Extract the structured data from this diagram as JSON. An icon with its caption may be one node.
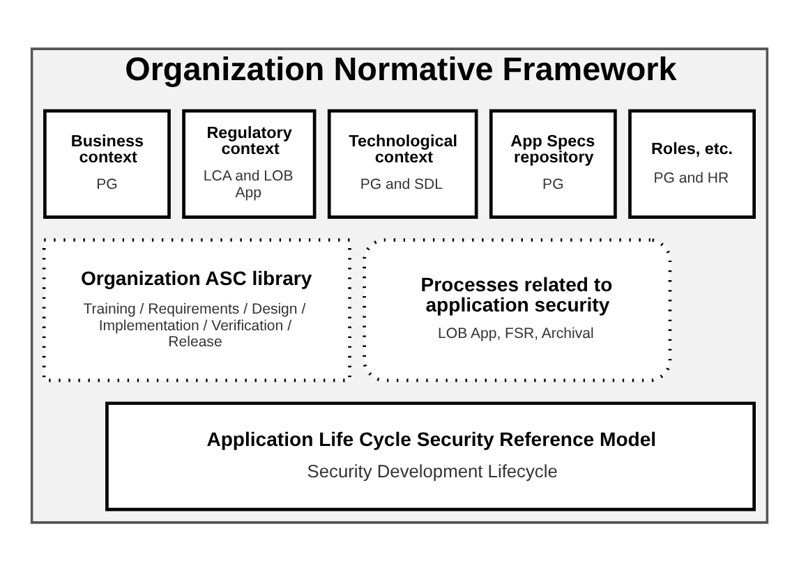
{
  "diagram": {
    "nodes": [
      {
        "text": [
          "Organization Normative Framework"
        ]
      },
      {
        "text": [
          "Business context",
          "PG"
        ],
        "in": 0
      },
      {
        "text": [
          "Regulatory context",
          "LCA and LOB App"
        ],
        "in": 0
      },
      {
        "text": [
          "Technological context",
          "PG and SDL"
        ],
        "in": 0
      },
      {
        "text": [
          "App Specs repository",
          "PG"
        ],
        "in": 0
      },
      {
        "text": [
          "Roles, etc.",
          "PG and HR"
        ],
        "in": 0
      },
      {
        "text": [
          "Organization ASC library",
          "Training / Requirements / Design / Implementation / Verification / Release"
        ],
        "in": 0
      },
      {
        "text": [
          "Processes related to application security",
          "LOB App, FSR, Archival"
        ],
        "in": 0
      },
      {
        "text": [
          "Application Life Cycle Security Reference Model",
          "Security Development Lifecycle"
        ],
        "in": 0
      }
    ],
    "edges": []
  }
}
